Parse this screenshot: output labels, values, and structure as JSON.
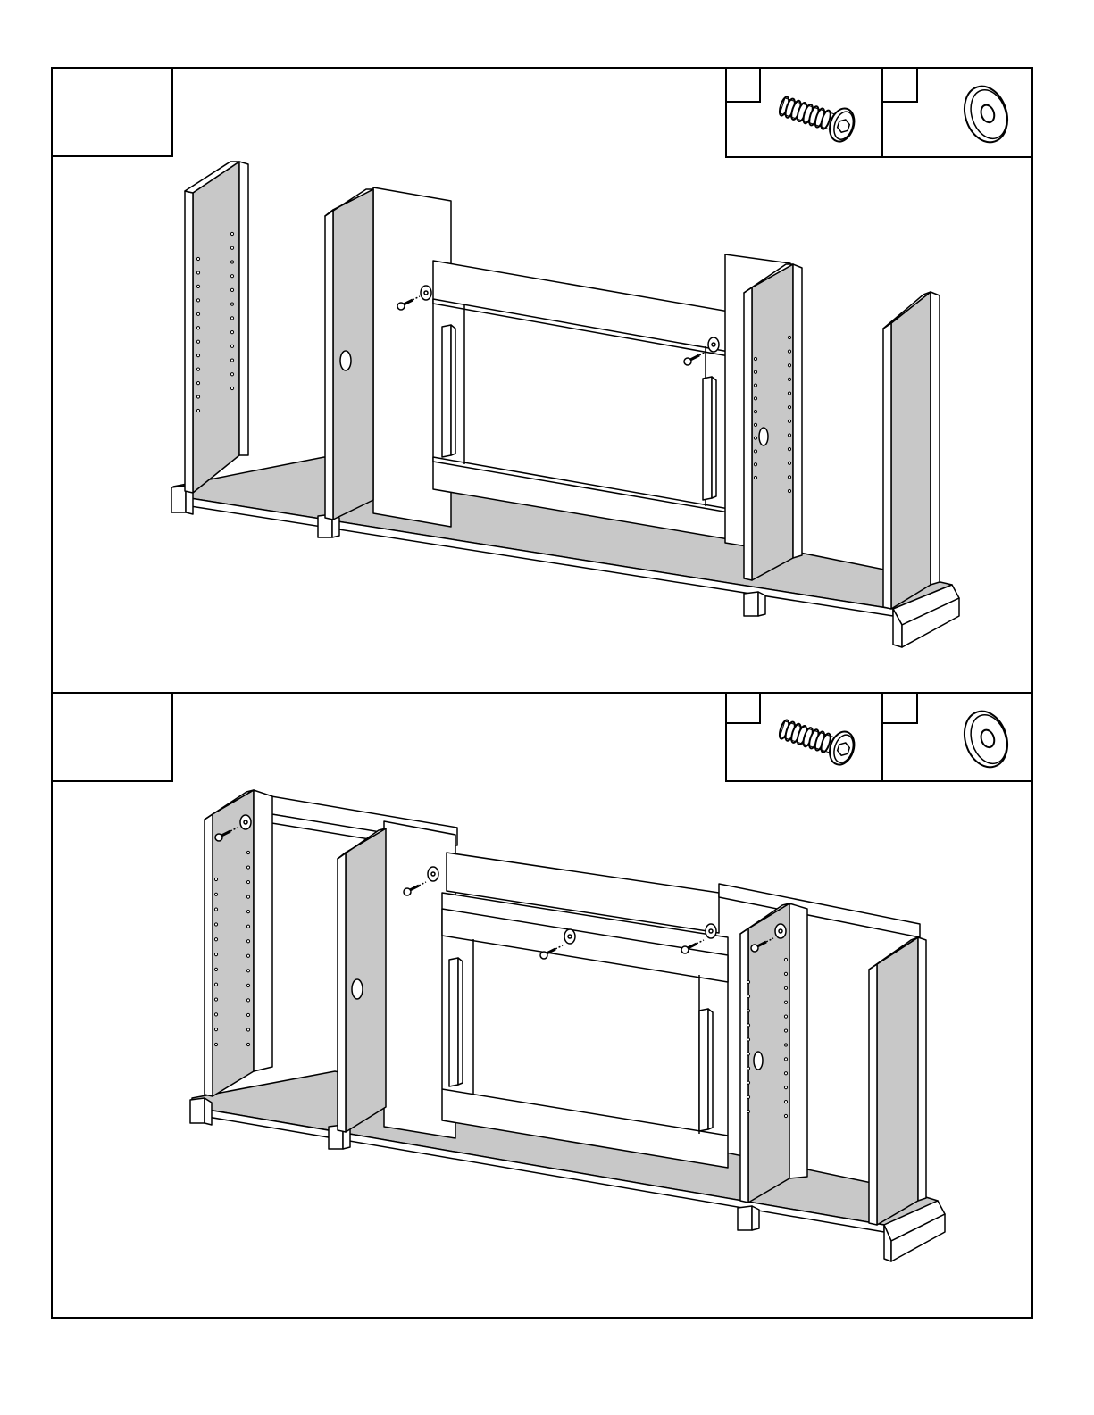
{
  "page": {
    "background": "#ffffff",
    "line_color": "#000000",
    "panel_fill": "#c8c8c8",
    "board_fill": "#ffffff"
  },
  "steps": [
    {
      "id": "step-a",
      "step_number": "",
      "hardware": [
        {
          "icon": "hex-bolt-icon",
          "label": "",
          "quantity": ""
        },
        {
          "icon": "washer-icon",
          "label": "",
          "quantity": ""
        }
      ],
      "illustration": "partial-assembly"
    },
    {
      "id": "step-b",
      "step_number": "",
      "hardware": [
        {
          "icon": "hex-bolt-icon",
          "label": "",
          "quantity": ""
        },
        {
          "icon": "washer-icon",
          "label": "",
          "quantity": ""
        }
      ],
      "illustration": "full-assembly"
    }
  ]
}
